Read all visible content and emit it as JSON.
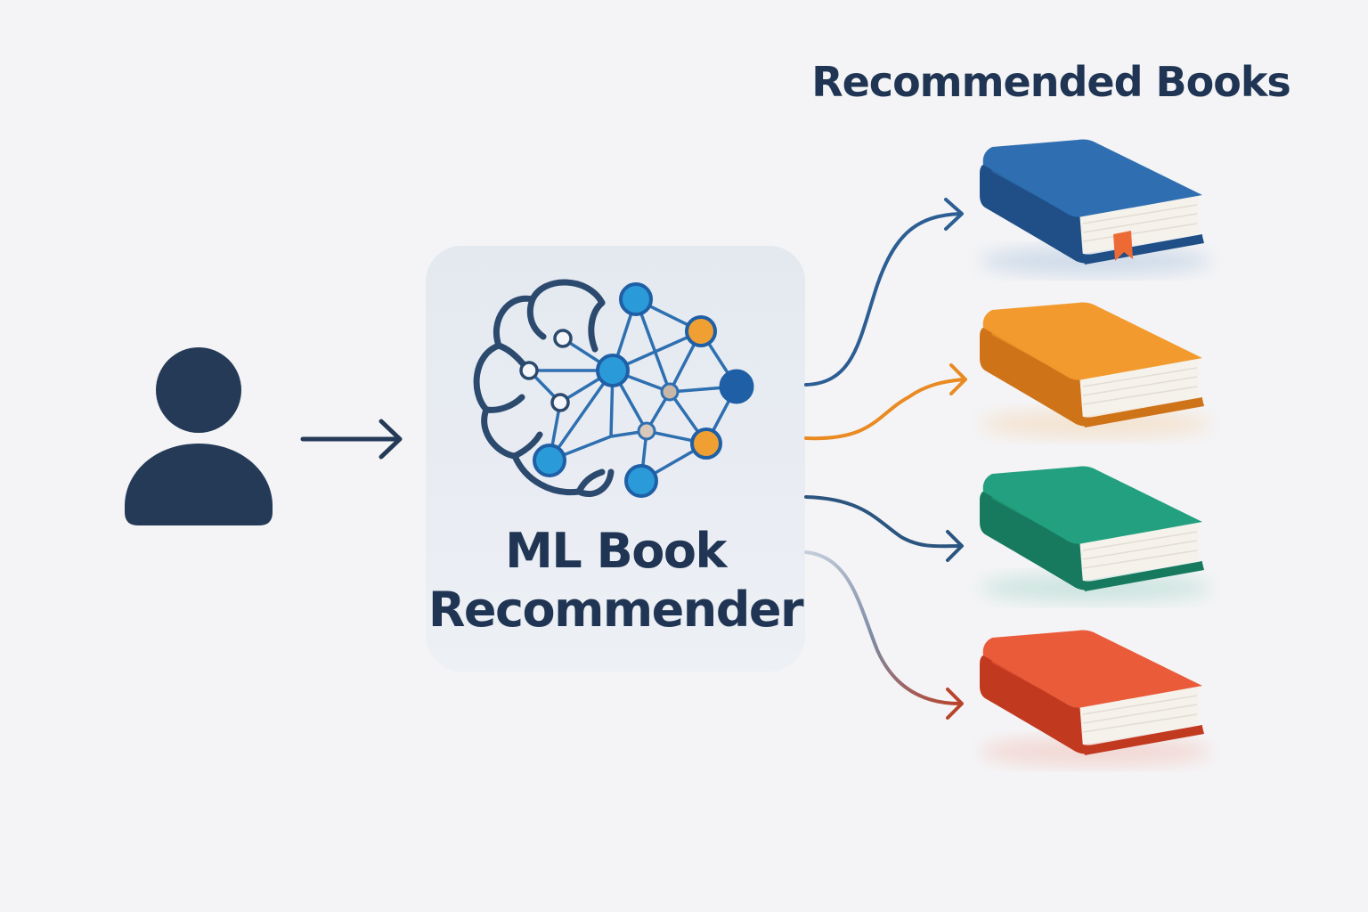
{
  "heading": "Recommended Books",
  "engine": {
    "line1": "ML Book",
    "line2": "Recommender"
  },
  "icons": {
    "user": "user-icon",
    "input_arrow": "arrow-right-icon",
    "engine": "brain-network-icon",
    "books": "book-icon"
  },
  "colors": {
    "background": "#f4f4f6",
    "text": "#1f3553",
    "user": "#243a57",
    "engine_panel": "#e6ebf2",
    "network_blue": "#2e6fb0",
    "node_light_blue": "#2a9bd8",
    "node_dark_blue": "#1f5fa6",
    "node_orange": "#f0a033",
    "node_tan": "#c9b8a8"
  },
  "books": [
    {
      "color": "#2f6fb1",
      "dark": "#1f4f86",
      "arrow": "#2c5e93",
      "bookmark": true
    },
    {
      "color": "#f29a2e",
      "dark": "#cf7318",
      "arrow": "#e98a22",
      "bookmark": false
    },
    {
      "color": "#23a07f",
      "dark": "#177a5f",
      "arrow": "#2b557f",
      "bookmark": false
    },
    {
      "color": "#ea5b3a",
      "dark": "#c1391f",
      "arrow": "#b8442a",
      "bookmark": false
    }
  ]
}
